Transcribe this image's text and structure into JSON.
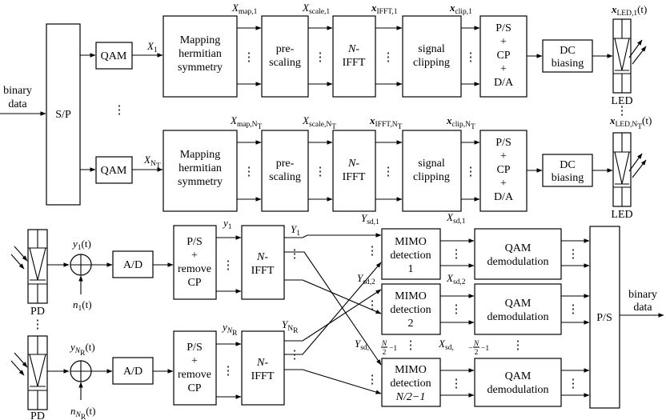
{
  "input": {
    "label_1": "binary",
    "label_2": "data"
  },
  "blocks": {
    "sp": "S/P",
    "qam": "QAM",
    "mapping": [
      "Mapping",
      "hermitian",
      "symmetry"
    ],
    "prescaling": [
      "pre-",
      "scaling"
    ],
    "ifft": [
      "N",
      "-",
      "IFFT"
    ],
    "clipping": [
      "signal",
      "clipping"
    ],
    "ps_tx": [
      "P/S",
      "+",
      "CP",
      "+",
      "D/A"
    ],
    "dc": [
      "DC",
      "biasing"
    ],
    "led": "LED",
    "pd": "PD",
    "ad": "A/D",
    "ps_rx": [
      "P/S",
      "+",
      "remove",
      "CP"
    ],
    "fft": [
      "N",
      "-",
      "IFFT"
    ],
    "mimo_1": [
      "MIMO",
      "detection",
      "1"
    ],
    "mimo_2": [
      "MIMO",
      "detection",
      "2"
    ],
    "mimo_3": [
      "MIMO",
      "detection",
      "N/2−1"
    ],
    "qam_demod": [
      "QAM",
      "demodulation"
    ],
    "ps_out": "P/S"
  },
  "signals": {
    "x1": "X",
    "x1_sub": "1",
    "xnt": "X",
    "xnt_sub": "N",
    "xnt_subsub": "T",
    "xmap1": "X",
    "xmap1_sub": "map,1",
    "xscale1": "X",
    "xscale1_sub": "scale,1",
    "xifft1": "x",
    "xifft1_sub": "IFFT,1",
    "xclip1": "x",
    "xclip1_sub": "clip,1",
    "xled1": "x",
    "xled1_sub": "LED,1",
    "xled1_arg": "(t)",
    "xmapnt": "X",
    "xmapnt_sub": "map,N",
    "xmapnt_subsub": "T",
    "xscalent": "X",
    "xscalent_sub": "scale,N",
    "xscalent_subsub": "T",
    "xifftnt": "x",
    "xifftnt_sub": "IFFT,N",
    "xifftnt_subsub": "T",
    "xclipnt": "x",
    "xclipnt_sub": "clip,N",
    "xclipnt_subsub": "T",
    "xlednt": "x",
    "xlednt_sub": "LED,N",
    "xlednt_subsub": "T",
    "xlednt_arg": "(t)",
    "y1t": "y",
    "y1t_sub": "1",
    "y1t_arg": "(t)",
    "n1t": "n",
    "n1t_sub": "1",
    "n1t_arg": "(t)",
    "ynrt": "y",
    "ynrt_sub": "N",
    "ynrt_subsub": "R",
    "ynrt_arg": "(t)",
    "nnrt": "n",
    "nnrt_sub": "N",
    "nnrt_subsub": "R",
    "nnrt_arg": "(t)",
    "y1": "y",
    "y1_sub": "1",
    "ynr": "y",
    "ynr_sub": "N",
    "ynr_subsub": "R",
    "Y1": "Y",
    "Y1_sub": "1",
    "YNR": "Y",
    "YNR_sub": "N",
    "YNR_subsub": "R",
    "ysd1": "Y",
    "ysd1_sub": "sd,1",
    "ysd2": "Y",
    "ysd2_sub": "sd,2",
    "ysdn": "Y",
    "ysdn_sub": "sd,",
    "xsd1": "X",
    "xsd1_sub": "sd,1",
    "xsd2": "X",
    "xsd2_sub": "sd,2",
    "xsdn": "X",
    "xsdn_sub": "sd,",
    "frac_minus": "−",
    "frac_num": "N",
    "frac_den": "2",
    "frac_tail": "−1"
  },
  "output": {
    "label_1": "binary",
    "label_2": "data"
  },
  "ellipsis_vertical": "⋮"
}
